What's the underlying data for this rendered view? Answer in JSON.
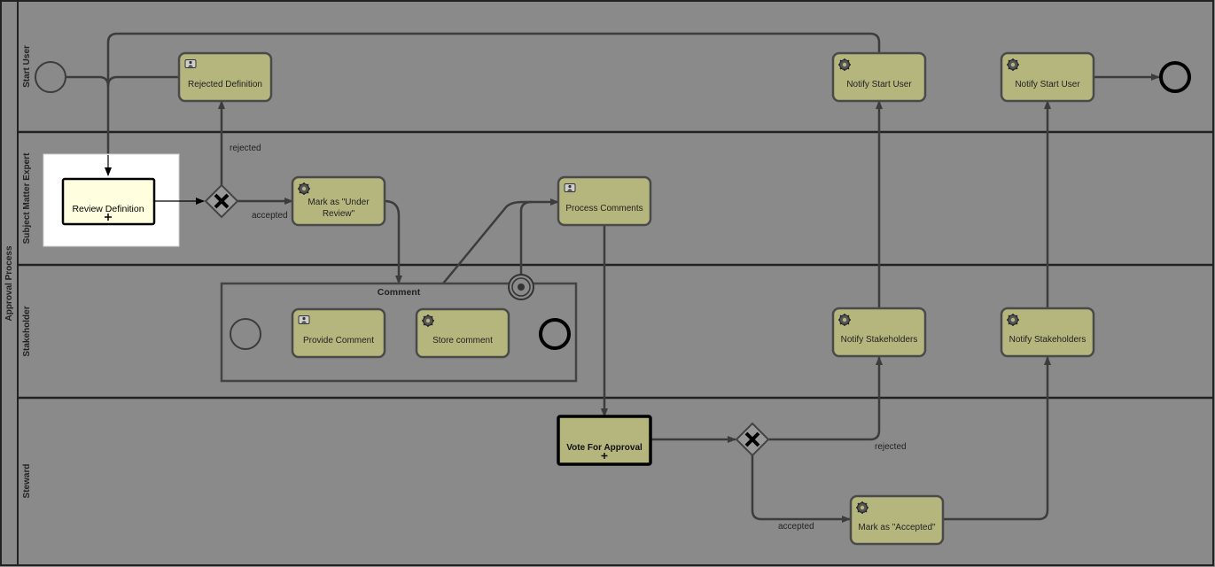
{
  "pool": {
    "name": "Approval Process"
  },
  "lanes": [
    {
      "id": "start-user",
      "name": "Start User"
    },
    {
      "id": "sme",
      "name": "Subject Matter Expert"
    },
    {
      "id": "stakeholder",
      "name": "Stakeholder"
    },
    {
      "id": "steward",
      "name": "Steward"
    }
  ],
  "tasks": {
    "rejected_definition": "Rejected Definition",
    "notify_start_user_1": "Notify Start User",
    "notify_start_user_2": "Notify Start User",
    "review_definition": "Review Definition",
    "mark_under_review_l1": "Mark as \"Under",
    "mark_under_review_l2": "Review\"",
    "process_comments": "Process Comments",
    "provide_comment": "Provide Comment",
    "store_comment": "Store comment",
    "notify_stakeholders_1": "Notify Stakeholders",
    "notify_stakeholders_2": "Notify Stakeholders",
    "vote_for_approval": "Vote For Approval",
    "mark_accepted": "Mark as \"Accepted\""
  },
  "subprocess": {
    "name": "Comment"
  },
  "flow_labels": {
    "rejected_1": "rejected",
    "accepted_1": "accepted",
    "rejected_2": "rejected",
    "accepted_2": "accepted"
  },
  "colors": {
    "background": "#8a8a8a",
    "task_fill": "#b5b57e",
    "task_border": "#4a4a4a",
    "highlight_panel": "#ffffff",
    "highlight_task_fill": "#ffffe0",
    "lines": "#3c3c3c"
  },
  "icons": {
    "user_task": "user-task-icon",
    "service_task": "gear-icon",
    "gateway": "exclusive-gateway-x-icon",
    "start": "start-event-icon",
    "end": "end-event-icon",
    "intermediate": "intermediate-event-icon",
    "collapsed_marker": "plus-icon"
  }
}
